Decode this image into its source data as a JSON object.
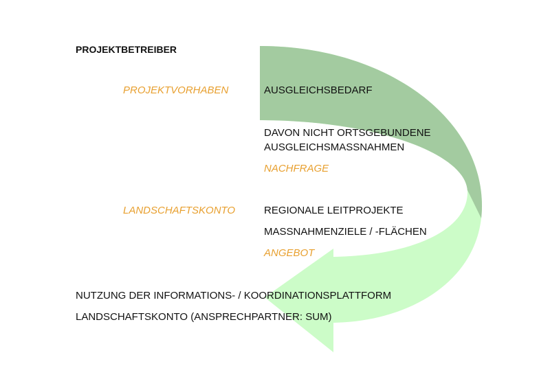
{
  "colors": {
    "arrow_dark": "#a3cba0",
    "arrow_light": "#ccfcc8",
    "accent_orange": "#e8a030",
    "text": "#111111"
  },
  "heading": "PROJEKTBETREIBER",
  "projektvorhaben": {
    "label": "PROJEKTVORHABEN",
    "items": [
      "AUSGLEICHSBEDARF",
      "DAVON NICHT ORTSGEBUNDENE",
      "AUSGLEICHSMASSNAHMEN"
    ],
    "tag": "NACHFRAGE"
  },
  "landschaftskonto": {
    "label": "LANDSCHAFTSKONTO",
    "items": [
      "REGIONALE LEITPROJEKTE",
      "MASSNAHMENZIELE / -FLÄCHEN"
    ],
    "tag": "ANGEBOT"
  },
  "footer": [
    "NUTZUNG DER INFORMATIONS- / KOORDINATIONSPLATTFORM",
    "LANDSCHAFTSKONTO (ANSPRECHPARTNER: SUM)"
  ]
}
